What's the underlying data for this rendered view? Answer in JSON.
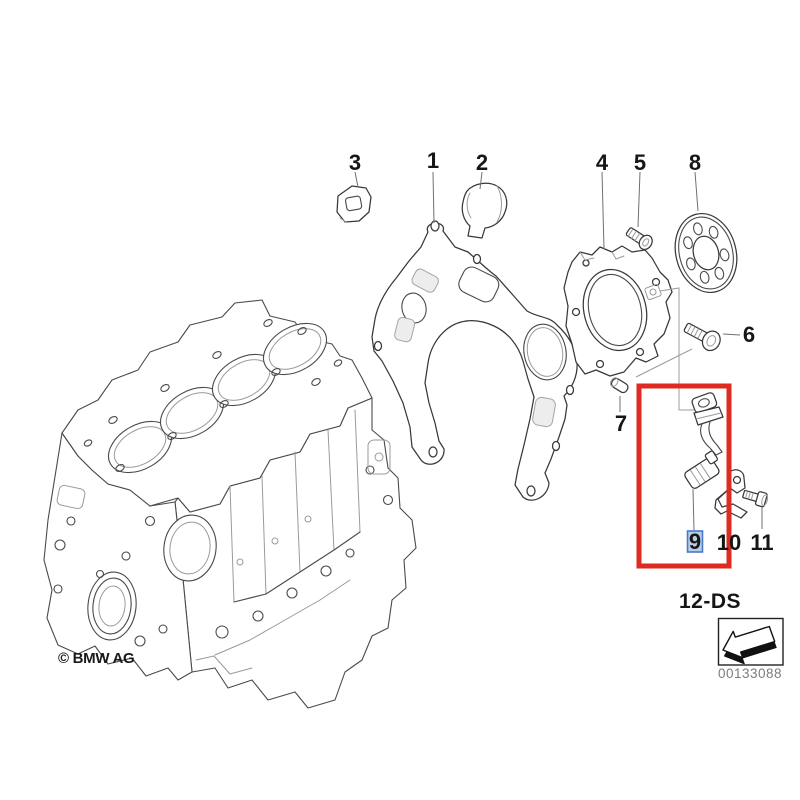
{
  "diagram": {
    "copyright": "© BMW AG",
    "section_code": "12-DS",
    "image_number": "00133088",
    "callouts": [
      {
        "label": "1",
        "selected": false
      },
      {
        "label": "2",
        "selected": false
      },
      {
        "label": "3",
        "selected": false
      },
      {
        "label": "4",
        "selected": false
      },
      {
        "label": "5",
        "selected": false
      },
      {
        "label": "6",
        "selected": false
      },
      {
        "label": "7",
        "selected": false
      },
      {
        "label": "8",
        "selected": false
      },
      {
        "label": "9",
        "selected": true
      },
      {
        "label": "10",
        "selected": false
      },
      {
        "label": "11",
        "selected": false
      }
    ],
    "highlight": {
      "selection_box_color": "#dd2b21",
      "selected_label_fill": "#b8cce4",
      "selected_label_border": "#4a7ac8"
    },
    "icons": {
      "direction_arrow": "3d-arrow-lower-left"
    }
  }
}
